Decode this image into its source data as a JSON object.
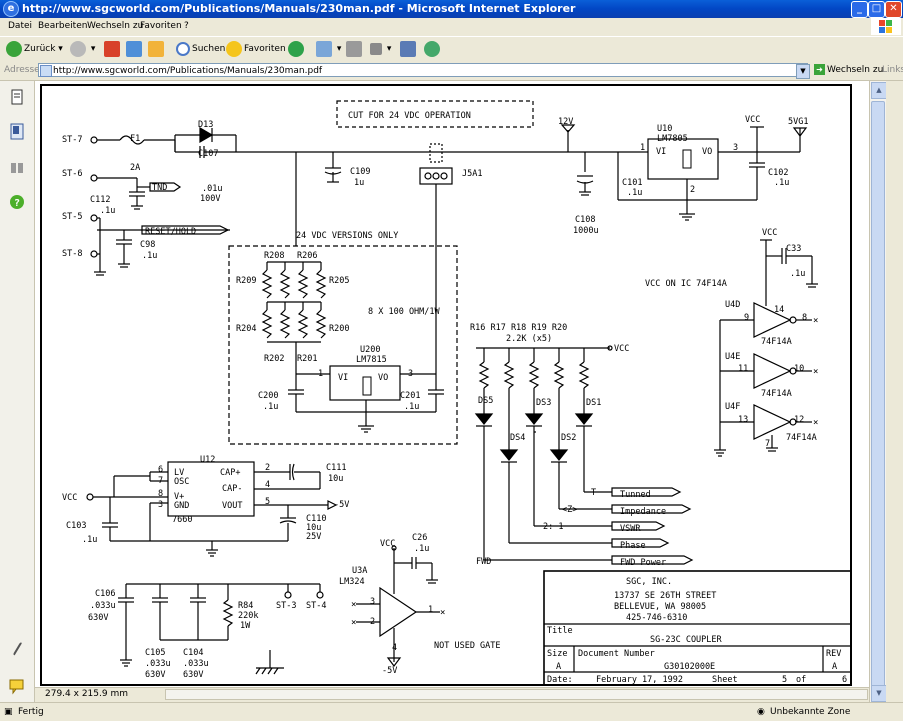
{
  "window": {
    "title": "http://www.sgcworld.com/Publications/Manuals/230man.pdf - Microsoft Internet Explorer",
    "minimize": "_",
    "maximize": "□",
    "close": "✕"
  },
  "menu": [
    "Datei",
    "Bearbeiten",
    "Wechseln zu",
    "Favoriten",
    "?"
  ],
  "toolbar": {
    "back": "Zurück",
    "search": "Suchen",
    "favorites": "Favoriten"
  },
  "address": {
    "label": "Adresse",
    "url": "http://www.sgcworld.com/Publications/Manuals/230man.pdf",
    "go": "Wechseln zu",
    "links": "Links"
  },
  "pager": {
    "page_size": "279.4 x 215.9 mm"
  },
  "status": {
    "left": "Fertig",
    "zone": "Unbekannte Zone"
  },
  "schematic": {
    "power_top": {
      "st7": "ST-7",
      "f1": "F1",
      "f1_val": "2A",
      "d13": "D13",
      "c107": "C107",
      "c107_val": ".01u",
      "c107_v": "100V",
      "st6": "ST-6",
      "tnd": "TND",
      "c112": "C112",
      "c112_val": ".1u",
      "st5": "ST-5",
      "reset": "RESET/HOLD",
      "c98": "C98",
      "c98_val": ".1u",
      "st8": "ST-8",
      "cut": "CUT FOR 24 VDC OPERATION",
      "c109": "C109",
      "c109_val": "1u",
      "j5a1": "J5A1",
      "v12": "12V",
      "c108": "C108",
      "c108_val": "1000u",
      "u10": "U10",
      "u10_part": "LM7805",
      "vi": "VI",
      "vo": "VO",
      "pin1": "1",
      "pin2": "2",
      "pin3": "3",
      "c101": "C101",
      "c101_val": ".1u",
      "vcc": "VCC",
      "c102": "C102",
      "c102_val": ".1u",
      "fvg1": "5VG1"
    },
    "v24_block": {
      "title": "24 VDC VERSIONS ONLY",
      "r208": "R208",
      "r206": "R206",
      "r209": "R209",
      "r205": "R205",
      "r204": "R204",
      "r200": "R200",
      "r202": "R202",
      "r201": "R201",
      "res_note": "8 X 100 OHM/1W",
      "u200": "U200",
      "u200_part": "LM7815",
      "c200": "C200",
      "c200_val": ".1u",
      "c201": "C201",
      "c201_val": ".1u"
    },
    "vcc_ic": {
      "vcc": "VCC",
      "c33": "C33",
      "c33_val": ".1u",
      "note": "VCC ON IC 74F14A",
      "u4d": "U4D",
      "u4e": "U4E",
      "u4f": "U4F",
      "part": "74F14A",
      "p9": "9",
      "p8": "8",
      "p11": "11",
      "p10": "10",
      "p13": "13",
      "p12": "12",
      "p14": "14",
      "p7": "7"
    },
    "leds": {
      "r_labels": "R16 R17 R18 R19 R20",
      "r_val": "2.2K  (x5)",
      "vcc": "VCC",
      "ds5": "DS5",
      "ds4": "DS4",
      "ds3": "DS3",
      "ds2": "DS2",
      "ds1": "DS1",
      "t": "T",
      "z": "<Z>",
      "swr": "2: 1",
      "fwd": "FWD",
      "tuned": "Tunned",
      "impedance": "Impedance",
      "vswr": "VSWR",
      "phase": "Phase",
      "fwd_power": "FWD Power"
    },
    "u12": {
      "u12": "U12",
      "lv": "LV",
      "osc": "OSC",
      "vplus": "V+",
      "gnd": "GND",
      "capp": "CAP+",
      "capm": "CAP-",
      "vout": "VOUT",
      "part": "7660",
      "p6": "6",
      "p7": "7",
      "p8": "8",
      "p3": "3",
      "p2": "2",
      "p4": "4",
      "p5": "5",
      "vcc": "VCC",
      "c103": "C103",
      "c103_val": ".1u",
      "c111": "C111",
      "c111_val": "10u",
      "m5v": "-5V",
      "c110": "C110",
      "c110_val": "10u",
      "c110_v": "25V"
    },
    "bottom_left": {
      "c106": "C106",
      "c106_val": ".033u",
      "c106_v": "630V",
      "c105": "C105",
      "c105_val": ".033u",
      "c105_v": "630V",
      "c104": "C104",
      "c104_val": ".033u",
      "c104_v": "630V",
      "r84": "R84",
      "r84_val": "220k",
      "r84_w": "1W",
      "st3": "ST-3",
      "st4": "ST-4"
    },
    "u3a": {
      "vcc": "VCC",
      "c26": "C26",
      "c26_val": ".1u",
      "u3a": "U3A",
      "part": "LM324",
      "p3": "3",
      "p2": "2",
      "p1": "1",
      "p4": "4",
      "m5v": "-5V",
      "note": "NOT USED GATE"
    },
    "titleblock": {
      "company": "SGC, INC.",
      "street": "13737 SE 26TH STREET",
      "city": "BELLEVUE, WA 98005",
      "phone": "425-746-6310",
      "title_label": "Title",
      "title": "SG-23C COUPLER",
      "size_label": "Size",
      "size": "A",
      "doc_label": "Document Number",
      "doc": "G30102000E",
      "rev_label": "REV",
      "rev": "A",
      "date_label": "Date:",
      "date": "February 17, 1992",
      "sheet_label": "Sheet",
      "sheet": "5",
      "of": "of",
      "total": "6"
    }
  }
}
